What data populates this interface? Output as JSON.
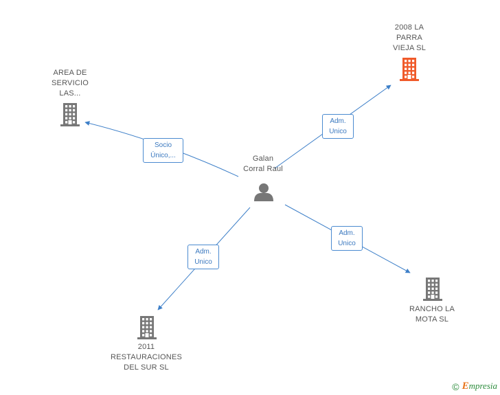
{
  "center": {
    "name_lines": [
      "Galan",
      "Corral Raul"
    ],
    "icon": "person-icon"
  },
  "companies": [
    {
      "id": "la-parra",
      "lines": [
        "2008 LA",
        "PARRA",
        "VIEJA SL"
      ],
      "icon": "building-icon",
      "color": "#f05a2a"
    },
    {
      "id": "area",
      "lines": [
        "AREA DE",
        "SERVICIO",
        "LAS..."
      ],
      "icon": "building-icon",
      "color": "#777777"
    },
    {
      "id": "rancho",
      "lines": [
        "RANCHO LA",
        "MOTA  SL"
      ],
      "icon": "building-icon",
      "color": "#777777"
    },
    {
      "id": "restauraciones",
      "lines": [
        "2011",
        "RESTAURACIONES",
        "DEL SUR SL"
      ],
      "icon": "building-icon",
      "color": "#777777"
    }
  ],
  "edges": [
    {
      "to": "la-parra",
      "lines": [
        "Adm.",
        "Unico"
      ]
    },
    {
      "to": "area",
      "lines": [
        "Socio",
        "Único,..."
      ]
    },
    {
      "to": "rancho",
      "lines": [
        "Adm.",
        "Unico"
      ]
    },
    {
      "to": "restauraciones",
      "lines": [
        "Adm.",
        "Unico"
      ]
    }
  ],
  "colors": {
    "edge": "#3d7fc8",
    "person": "#777777"
  },
  "footer": {
    "copyright_symbol": "©",
    "brand_initial": "E",
    "brand_rest": "mpresia"
  }
}
